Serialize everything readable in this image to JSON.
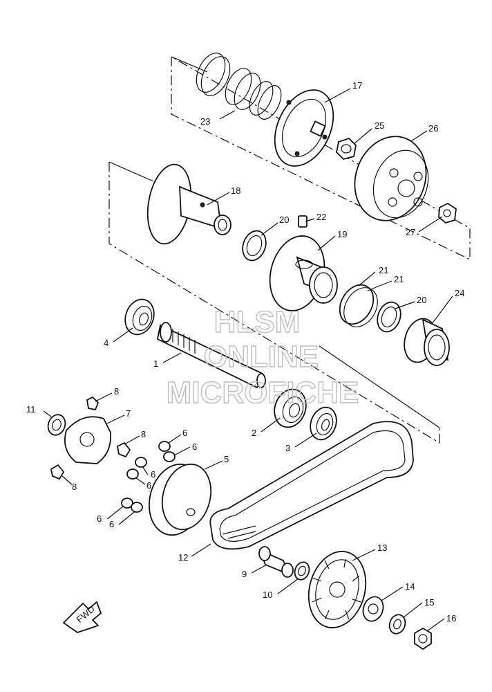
{
  "watermark": {
    "line1": "HLSM",
    "line2": "ONLINE",
    "line3": "MICROFICHE"
  },
  "fwd_label": "FWD",
  "labels": {
    "l1": "1",
    "l2": "2",
    "l3": "3",
    "l4": "4",
    "l5": "5",
    "l6a": "6",
    "l6b": "6",
    "l6c": "6",
    "l6d": "6",
    "l6e": "6",
    "l7": "7",
    "l8a": "8",
    "l8b": "8",
    "l8c": "8",
    "l9": "9",
    "l10": "10",
    "l11": "11",
    "l12": "12",
    "l13": "13",
    "l14": "14",
    "l15": "15",
    "l16": "16",
    "l17": "17",
    "l18": "18",
    "l19": "19",
    "l20a": "20",
    "l20b": "20",
    "l21a": "21",
    "l21b": "21",
    "l22": "22",
    "l23": "23",
    "l24": "24",
    "l25": "25",
    "l26": "26",
    "l27": "27"
  }
}
